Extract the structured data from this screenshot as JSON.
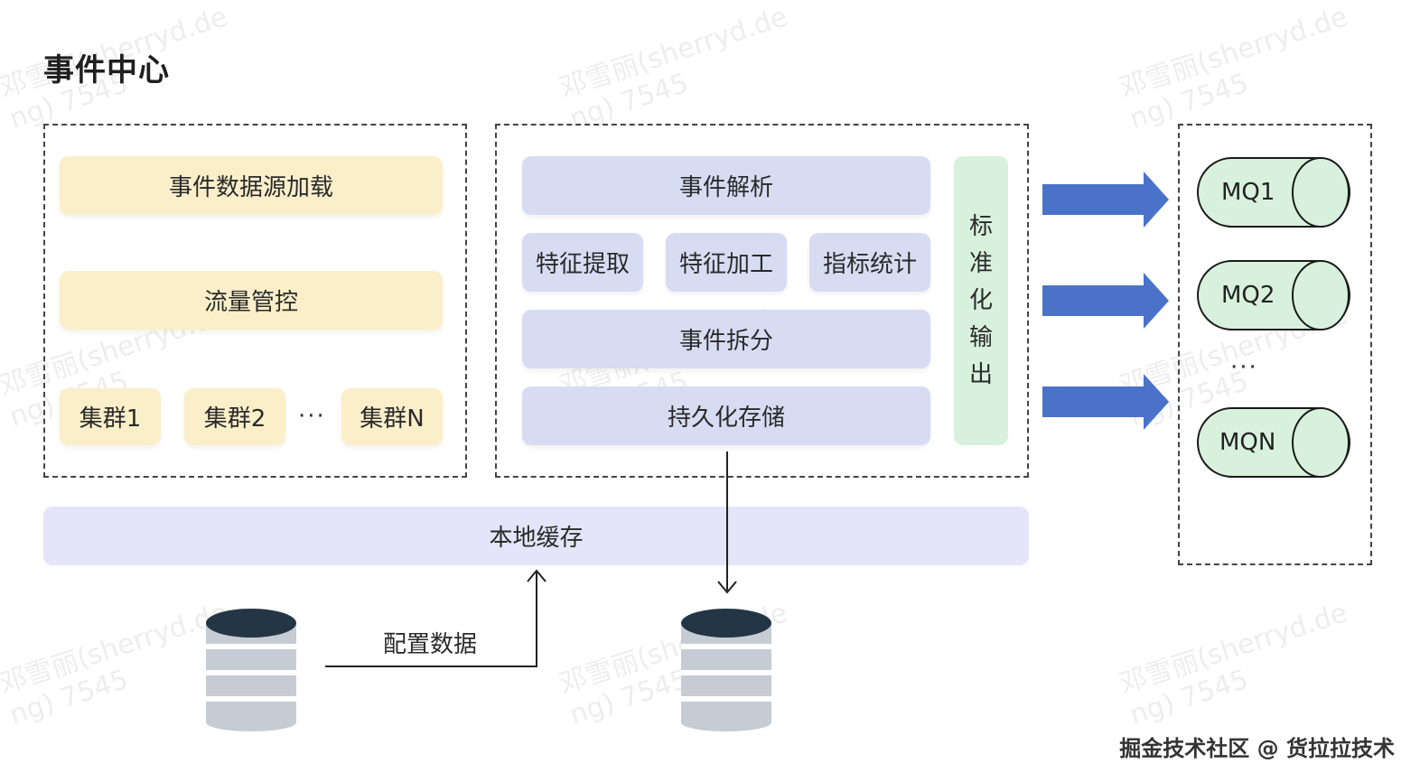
{
  "title": "事件中心",
  "left_panel": {
    "load_label": "事件数据源加载",
    "flow_label": "流量管控",
    "clusters": [
      "集群1",
      "集群2",
      "集群N"
    ],
    "ellipsis": "···"
  },
  "middle_panel": {
    "parse_label": "事件解析",
    "features": [
      "特征提取",
      "特征加工",
      "指标统计"
    ],
    "split_label": "事件拆分",
    "persist_label": "持久化存储",
    "std_output_label": "标准化输出",
    "std_output_chars": [
      "标",
      "准",
      "化",
      "输",
      "出"
    ]
  },
  "local_cache_label": "本地缓存",
  "config_label": "配置数据",
  "mq": {
    "items": [
      "MQ1",
      "MQ2",
      "MQN"
    ],
    "ellipsis": "···"
  },
  "watermark": "邓雪丽(sherryd.de\nng) 7545",
  "footer": "掘金技术社区 @ 货拉拉技术",
  "colors": {
    "yellow": "#fbefca",
    "blue": "#d7dcf3",
    "green": "#d8f1dd",
    "lavender": "#e5e4f8",
    "arrow": "#4a72c8",
    "db_dark": "#243645",
    "db_light": "#c5ccd3"
  },
  "icons": {
    "db": "database-icon",
    "arrow": "right-arrow-icon",
    "mq": "cylinder-icon"
  }
}
